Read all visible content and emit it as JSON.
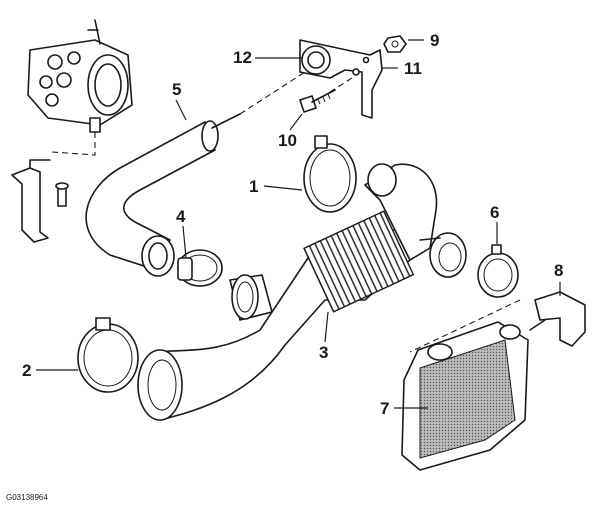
{
  "diagram": {
    "drawing_code": "G03138964",
    "part_labels": {
      "p1": "1",
      "p2": "2",
      "p3": "3",
      "p4": "4",
      "p5": "5",
      "p6": "6",
      "p7": "7",
      "p8": "8",
      "p9": "9",
      "p10": "10",
      "p11": "11",
      "p12": "12"
    }
  }
}
